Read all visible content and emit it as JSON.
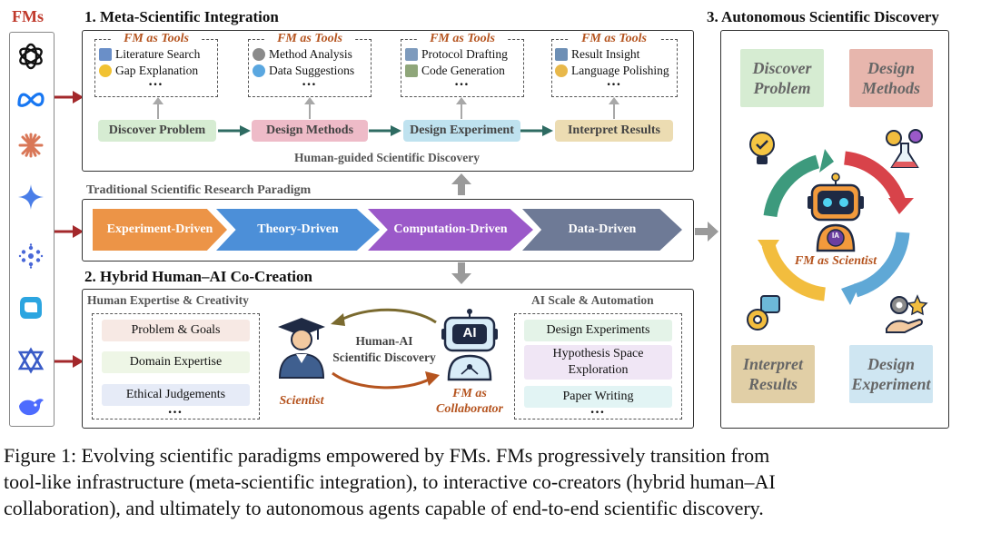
{
  "fms": {
    "title": "FMs"
  },
  "section1": {
    "title": "1. Meta-Scientific Integration",
    "tool_header": "FM as Tools",
    "groups": [
      {
        "items": [
          "Literature Search",
          "Gap Explanation"
        ]
      },
      {
        "items": [
          "Method Analysis",
          "Data Suggestions"
        ]
      },
      {
        "items": [
          "Protocol Drafting",
          "Code Generation"
        ]
      },
      {
        "items": [
          "Result Insight",
          "Language Polishing"
        ]
      }
    ],
    "dots": "…",
    "steps": [
      "Discover Problem",
      "Design Methods",
      "Design Experiment",
      "Interpret Results"
    ],
    "footer": "Human-guided Scientific Discovery"
  },
  "traditional": {
    "title": "Traditional Scientific Research Paradigm",
    "stages": [
      "Experiment-Driven",
      "Theory-Driven",
      "Computation-Driven",
      "Data-Driven"
    ]
  },
  "section2": {
    "title": "2. Hybrid Human–AI Co-Creation",
    "left_header": "Human Expertise & Creativity",
    "left_items": [
      "Problem & Goals",
      "Domain Expertise",
      "Ethical Judgements"
    ],
    "right_header": "AI Scale & Automation",
    "right_items": [
      "Design Experiments",
      "Hypothesis Space\nExploration",
      "Paper Writing"
    ],
    "center_line1": "Human-AI",
    "center_line2": "Scientific Discovery",
    "scientist": "Scientist",
    "collab_line1": "FM as",
    "collab_line2": "Collaborator",
    "robot_face": "AI",
    "dots": "…"
  },
  "section3": {
    "title": "3. Autonomous Scientific Discovery",
    "cards": [
      "Discover\nProblem",
      "Design\nMethods",
      "Interpret\nResults",
      "Design\nExperiment"
    ],
    "center_label": "FM as Scientist",
    "badge": "IA"
  },
  "caption": {
    "line1": "Figure 1: Evolving scientific paradigms empowered by FMs.  FMs progressively transition from",
    "line2": "tool-like infrastructure (meta-scientific integration), to interactive co-creators (hybrid human–AI",
    "line3": "collaboration), and ultimately to autonomous agents capable of end-to-end scientific discovery."
  },
  "colors": {
    "arrow_red": "#a3282b",
    "accent_orange": "#b5541f",
    "step_green": "#d6ecd2",
    "step_pink": "#eebbc8",
    "step_blue": "#bfe2ef",
    "step_tan": "#ecdcb2",
    "chev_orange": "#ec9447",
    "chev_blue": "#4c8fd8",
    "chev_purple": "#9b59c9",
    "chev_slate": "#6e7a96"
  }
}
